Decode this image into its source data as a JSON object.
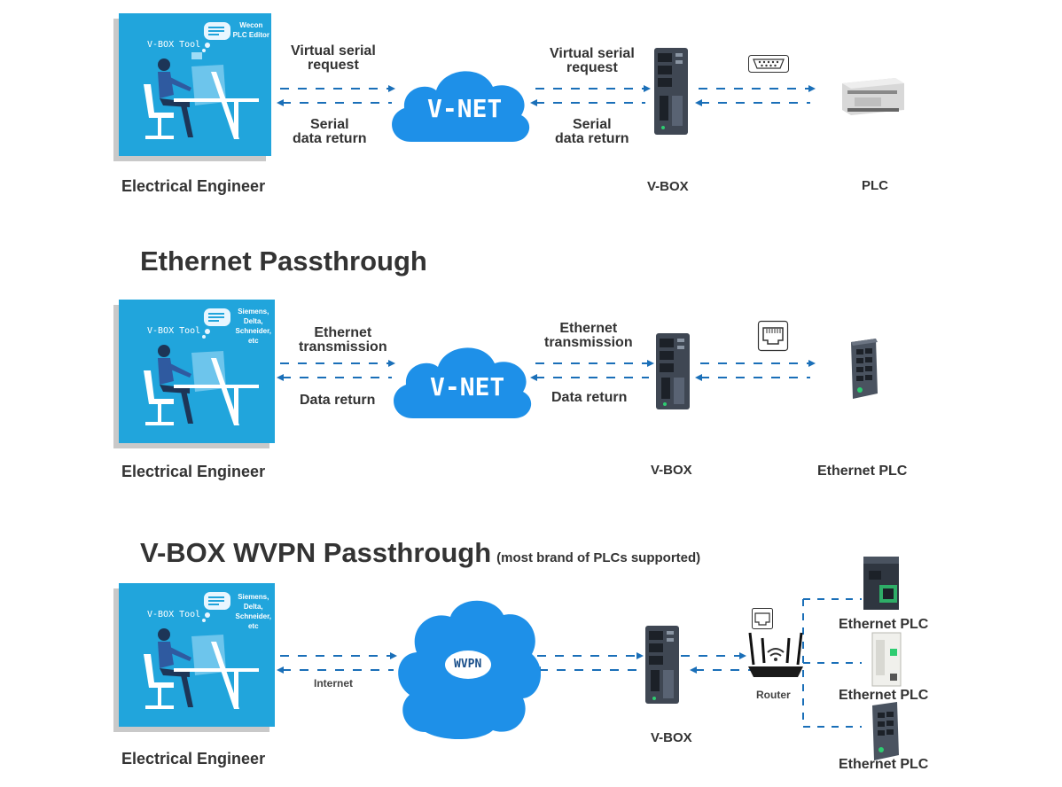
{
  "sections": {
    "serial": {
      "engineer_label": "Electrical Engineer",
      "panel_tool": "V-BOX Tool",
      "panel_note_lines": [
        "Wecon",
        "PLC Editor"
      ],
      "left_request": [
        "Virtual serial",
        "request"
      ],
      "left_return": [
        "Serial",
        "data return"
      ],
      "cloud": "V-NET",
      "right_request": [
        "Virtual serial",
        "request"
      ],
      "right_return": [
        "Serial",
        "data return"
      ],
      "vbox_label": "V-BOX",
      "plc_label": "PLC"
    },
    "ethernet": {
      "title": "Ethernet Passthrough",
      "engineer_label": "Electrical Engineer",
      "panel_tool": "V-BOX Tool",
      "panel_note_lines": [
        "Siemens,",
        "Delta,",
        "Schneider,",
        "etc"
      ],
      "left_request": [
        "Ethernet",
        "transmission"
      ],
      "left_return": "Data return",
      "cloud": "V-NET",
      "right_request": [
        "Ethernet",
        "transmission"
      ],
      "right_return": "Data return",
      "vbox_label": "V-BOX",
      "plc_label": "Ethernet PLC"
    },
    "wvpn": {
      "title": "V-BOX WVPN Passthrough",
      "note": "(most brand of PLCs supported)",
      "engineer_label": "Electrical Engineer",
      "panel_tool": "V-BOX Tool",
      "panel_note_lines": [
        "Siemens,",
        "Delta,",
        "Schneider,",
        "etc"
      ],
      "link_label": "Internet",
      "cloud": "WVPN",
      "vbox_label": "V-BOX",
      "router_label": "Router",
      "plc_labels": [
        "Ethernet PLC",
        "Ethernet PLC",
        "Ethernet PLC"
      ]
    }
  },
  "colors": {
    "cloud_blue": "#1e90e8",
    "panel_blue": "#21a5dc",
    "arrow_blue": "#1a6fb8",
    "device_dark": "#3f4753",
    "text": "#333333"
  },
  "icons": [
    "engineer-at-desk-icon",
    "serial-port-icon",
    "rj45-port-icon",
    "router-icon",
    "vbox-device-icon",
    "plc-icon",
    "ethernet-plc-icon"
  ]
}
